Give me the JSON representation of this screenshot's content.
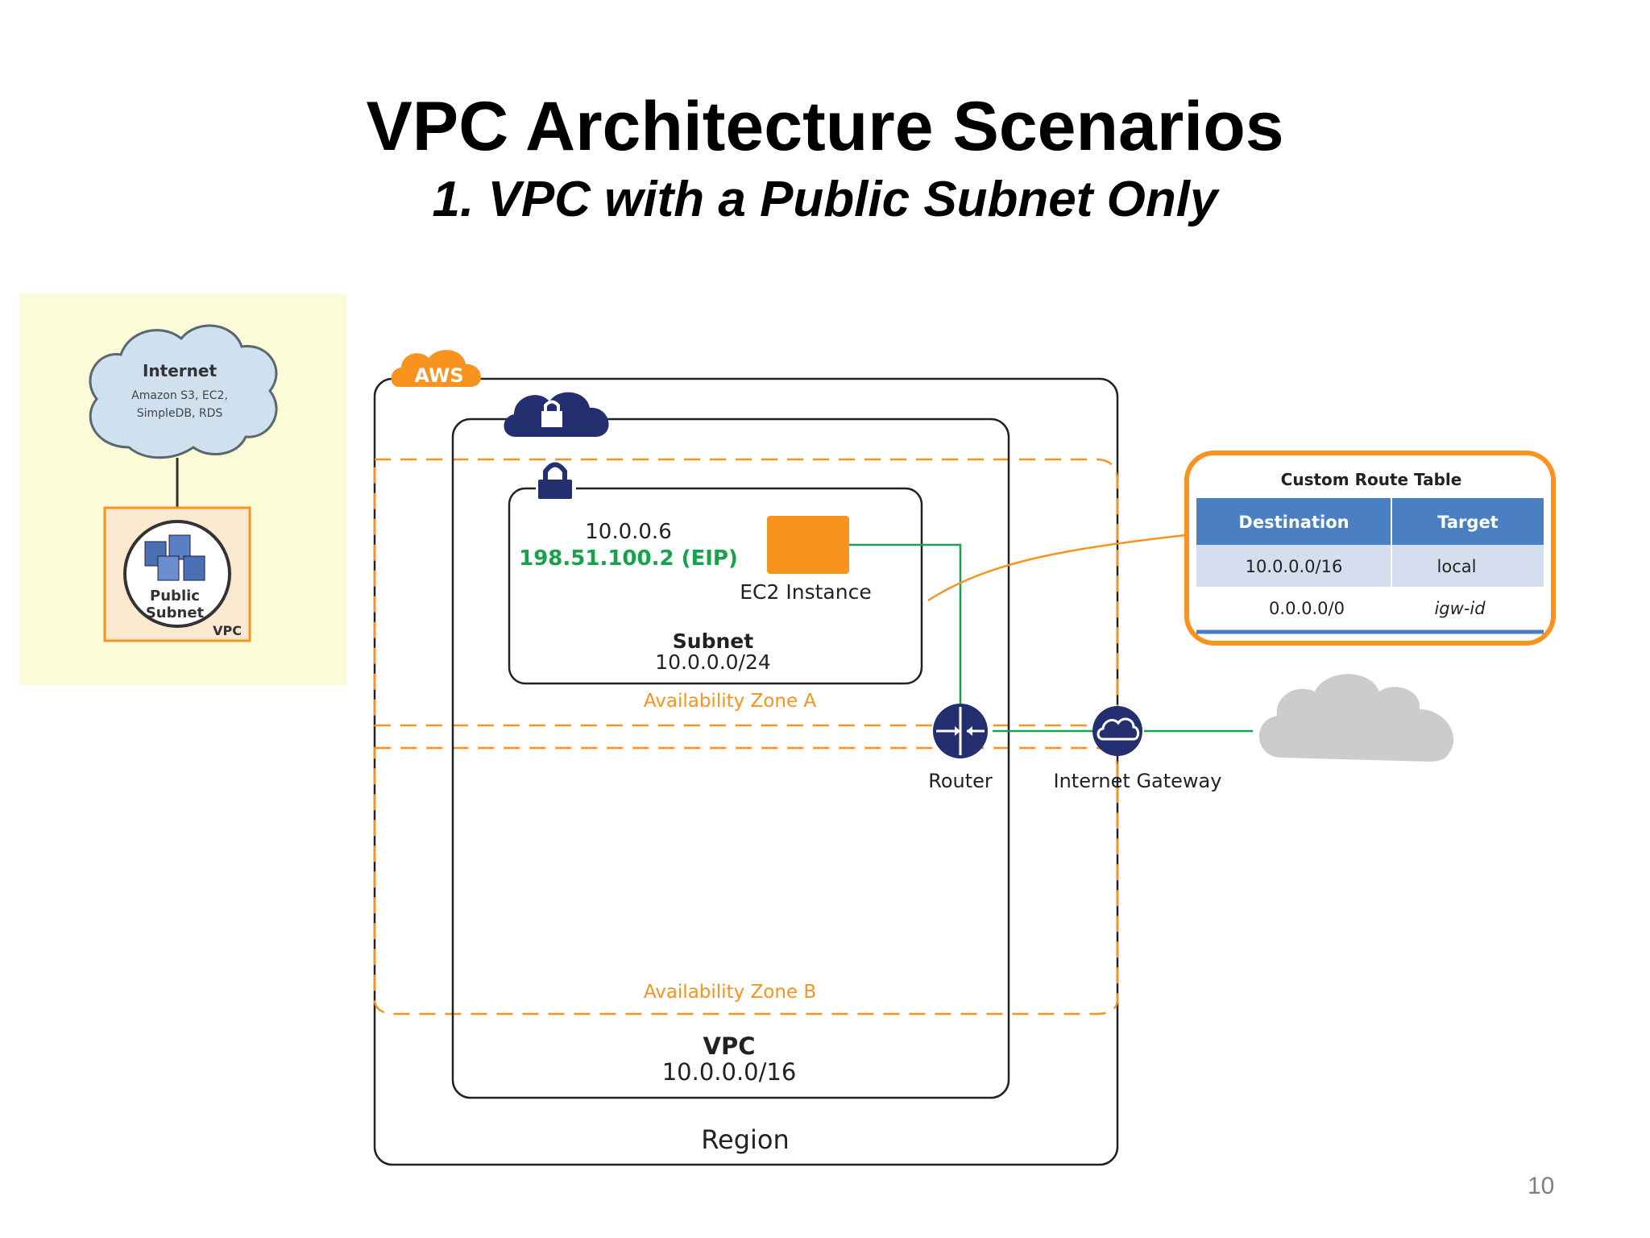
{
  "slide": {
    "title": "VPC Architecture Scenarios",
    "subtitle": "1. VPC with a Public Subnet Only",
    "page_number": "10"
  },
  "thumbnail": {
    "cloud_title": "Internet",
    "cloud_line1": "Amazon S3, EC2,",
    "cloud_line2": "SimpleDB, RDS",
    "subnet_line1": "Public",
    "subnet_line2": "Subnet",
    "vpc_label": "VPC"
  },
  "diagram": {
    "aws_badge": "AWS",
    "instance_ip": "10.0.0.6",
    "instance_eip": "198.51.100.2 (EIP)",
    "instance_label": "EC2 Instance",
    "subnet_title": "Subnet",
    "subnet_cidr": "10.0.0.0/24",
    "az_a": "Availability Zone A",
    "az_b": "Availability Zone B",
    "vpc_title": "VPC",
    "vpc_cidr": "10.0.0.0/16",
    "region_label": "Region",
    "router_label": "Router",
    "igw_label": "Internet Gateway"
  },
  "route_table": {
    "title": "Custom Route Table",
    "headers": [
      "Destination",
      "Target"
    ],
    "rows": [
      [
        "10.0.0.0/16",
        "local"
      ],
      [
        "0.0.0.0/0",
        "igw-id"
      ]
    ]
  },
  "colors": {
    "orange": "#f7931e",
    "navy": "#232f6e",
    "green": "#16a34a",
    "table_header": "#4a7fc1",
    "thumbnail_bg": "#fbfbd8"
  }
}
